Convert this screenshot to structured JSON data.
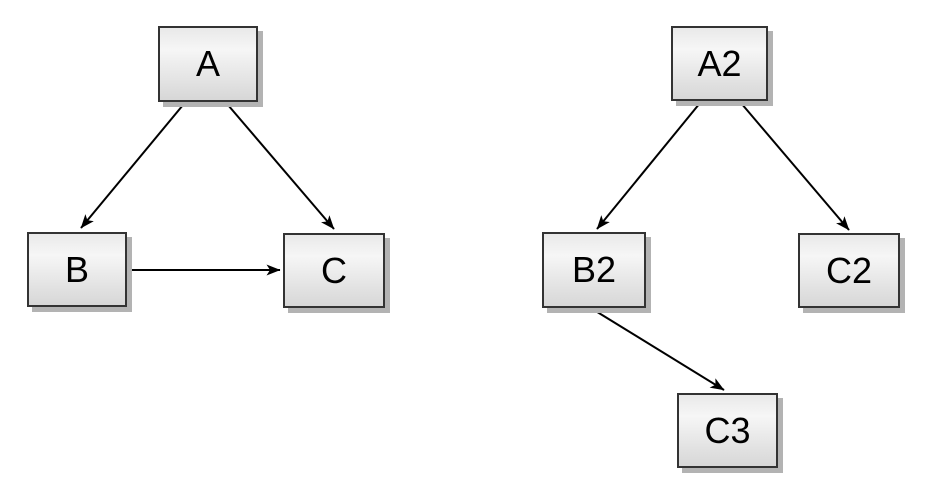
{
  "canvas": {
    "background_color": "#ffffff"
  },
  "style": {
    "node_border_color": "#333333",
    "node_fill_top": "#e9e9e9",
    "node_fill_bottom": "#d7d7d7",
    "node_shadow_color": "#b3b3b3",
    "edge_color": "#000000",
    "label_color": "#000000"
  },
  "diagrams": [
    {
      "name": "left-graph",
      "nodes": [
        {
          "label": "A"
        },
        {
          "label": "B"
        },
        {
          "label": "C"
        }
      ],
      "edges": [
        {
          "from": "A",
          "to": "B"
        },
        {
          "from": "A",
          "to": "C"
        },
        {
          "from": "B",
          "to": "C"
        }
      ]
    },
    {
      "name": "right-graph",
      "nodes": [
        {
          "label": "A2"
        },
        {
          "label": "B2"
        },
        {
          "label": "C2"
        },
        {
          "label": "C3"
        }
      ],
      "edges": [
        {
          "from": "A2",
          "to": "B2"
        },
        {
          "from": "A2",
          "to": "C2"
        },
        {
          "from": "B2",
          "to": "C3"
        }
      ]
    }
  ]
}
